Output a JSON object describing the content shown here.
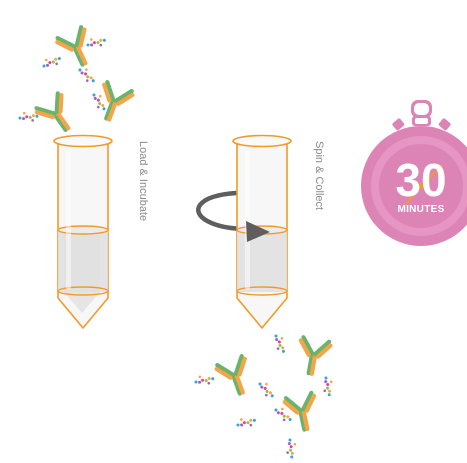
{
  "steps": [
    {
      "label": "Load & Incubate"
    },
    {
      "label": "Spin & Collect"
    }
  ],
  "timer": {
    "value": "30",
    "unit": "MINUTES",
    "color": "#dd84b6",
    "hand_color": "#f29a28"
  },
  "colors": {
    "tube_outline": "#f29a28",
    "tube_fill": "#e6e6e6",
    "arrow": "#5e5e5e",
    "antibody_heavy": "#6bb36b",
    "antibody_light": "#f2a649"
  },
  "icons": [
    "antibody-icon",
    "sample-molecule-icon",
    "microcentrifuge-tube-icon",
    "rotation-arrow-icon",
    "stopwatch-icon"
  ]
}
